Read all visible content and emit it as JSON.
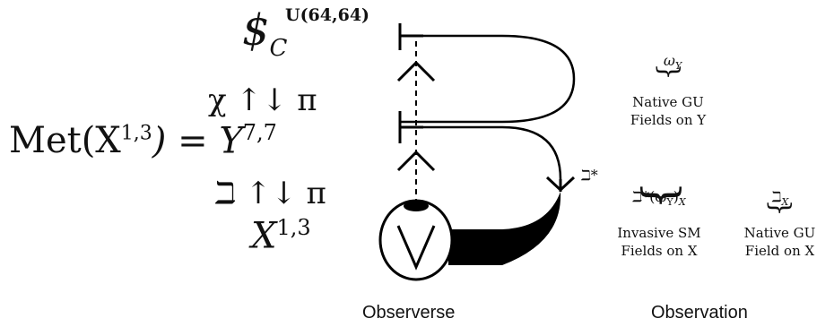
{
  "left": {
    "chimera_symbol": "$",
    "chimera_subscript": "C",
    "chimera_superscript": "U(64,64)",
    "relation_top": "χ ↑↓ π",
    "met_line": "Met(X",
    "met_sup": "1,3",
    "met_eq": ") = Y",
    "met_y_sup": "7,7",
    "relation_bottom": "ℶ ↑↓ π",
    "base_space": "X",
    "base_space_sup": "1,3"
  },
  "diagram": {
    "pullback_label": "ℶ*"
  },
  "right": {
    "omega_y": "ω",
    "omega_y_sub": "Y",
    "native_y": [
      "Native GU",
      "Fields on Y"
    ],
    "pullback_omega": "ℶ*(ω",
    "pullback_omega_sub": "Y",
    "pullback_omega_close": ")",
    "pullback_omega_x": "X",
    "invasive": [
      "Invasive SM",
      "Fields on X"
    ],
    "beth_x": "ℶ",
    "beth_x_sub": "X",
    "native_x": [
      "Native GU",
      "Field on X"
    ]
  },
  "captions": {
    "observerse": "Observerse",
    "observation": "Observation"
  }
}
